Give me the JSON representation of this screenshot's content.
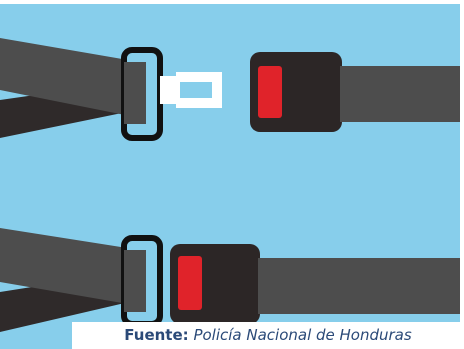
{
  "caption": {
    "label": "Fuente:",
    "source": "Policía Nacional de Honduras"
  },
  "colors": {
    "sky": "#87ceeb",
    "frame": "#ffffff",
    "strap": "#4a4a4a",
    "strap_dark": "#2f2a2a",
    "buckle": "#2c2626",
    "button": "#e0232a",
    "loop": "#111111",
    "caption_text": "#2b4a78"
  },
  "scenes": [
    {
      "id": "unfastened",
      "state": "unbuckled"
    },
    {
      "id": "fastened",
      "state": "buckled"
    }
  ]
}
